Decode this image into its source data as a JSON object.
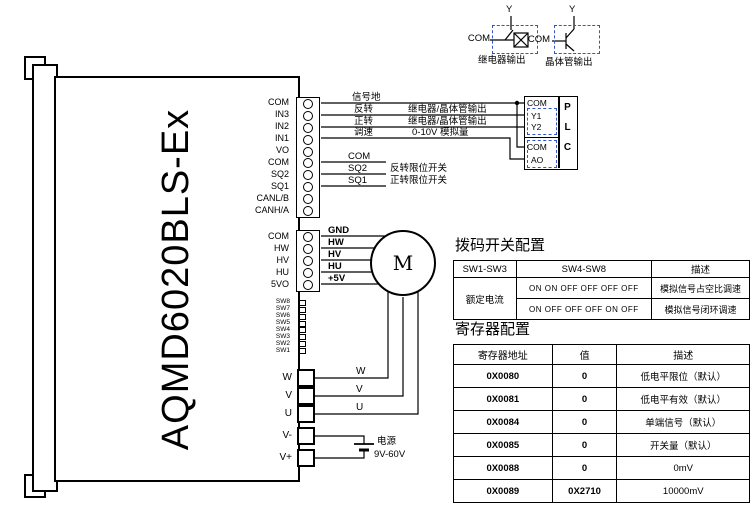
{
  "device": {
    "model": "AQMD6020BLS-Ex",
    "terminals_signal": [
      "COM",
      "IN3",
      "IN2",
      "IN1",
      "VO",
      "COM",
      "SQ2",
      "SQ1",
      "CANL/B",
      "CANH/A"
    ],
    "terminals_hall": [
      "COM",
      "HW",
      "HV",
      "HU",
      "5VO"
    ],
    "dip_switches": [
      "SW8",
      "SW7",
      "SW6",
      "SW5",
      "SW4",
      "SW3",
      "SW2",
      "SW1"
    ],
    "terminals_power": [
      "W",
      "V",
      "U",
      "V-",
      "V+"
    ]
  },
  "wiring": {
    "signal_ground": "信号地",
    "reverse": "反转",
    "forward": "正转",
    "speed": "调速",
    "relay_transistor_out": "继电器/晶体管输出",
    "analog": "0-10V 模拟量",
    "com_label": "COM",
    "sq2_label": "SQ2",
    "sq1_label": "SQ1",
    "reverse_limit": "反转限位开关",
    "forward_limit": "正转限位开关",
    "hall_labels": [
      "GND",
      "HW",
      "HV",
      "HU",
      "+5V"
    ],
    "phase_labels": [
      "W",
      "V",
      "U"
    ],
    "motor_label": "M",
    "power_label": "电源",
    "power_range": "9V-60V"
  },
  "output_legend": {
    "relay": {
      "y": "Y",
      "com": "COM",
      "caption": "继电器输出"
    },
    "transistor": {
      "y": "Y",
      "com": "COM",
      "caption": "晶体管输出"
    }
  },
  "plc": {
    "letters": [
      "P",
      "L",
      "C"
    ],
    "terminals": [
      "COM",
      "Y1",
      "Y2",
      "COM",
      "AO"
    ]
  },
  "dip_table": {
    "title": "拨码开关配置",
    "headers": [
      "SW1-SW3",
      "SW4-SW8",
      "描述"
    ],
    "row_label": "额定电流",
    "rows": [
      {
        "switches": "ON ON OFF OFF OFF OFF",
        "desc": "模拟信号占空比调速"
      },
      {
        "switches": "ON OFF OFF OFF ON OFF",
        "desc": "模拟信号闭环调速"
      }
    ]
  },
  "register_table": {
    "title": "寄存器配置",
    "headers": [
      "寄存器地址",
      "值",
      "描述"
    ],
    "rows": [
      [
        "0X0080",
        "0",
        "低电平限位（默认）"
      ],
      [
        "0X0081",
        "0",
        "低电平有效（默认）"
      ],
      [
        "0X0084",
        "0",
        "单端信号（默认）"
      ],
      [
        "0X0085",
        "0",
        "开关量（默认）"
      ],
      [
        "0X0088",
        "0",
        "0mV"
      ],
      [
        "0X0089",
        "0X2710",
        "10000mV"
      ]
    ]
  },
  "colors": {
    "accent_blue": "#3355cc",
    "line": "#000000"
  }
}
